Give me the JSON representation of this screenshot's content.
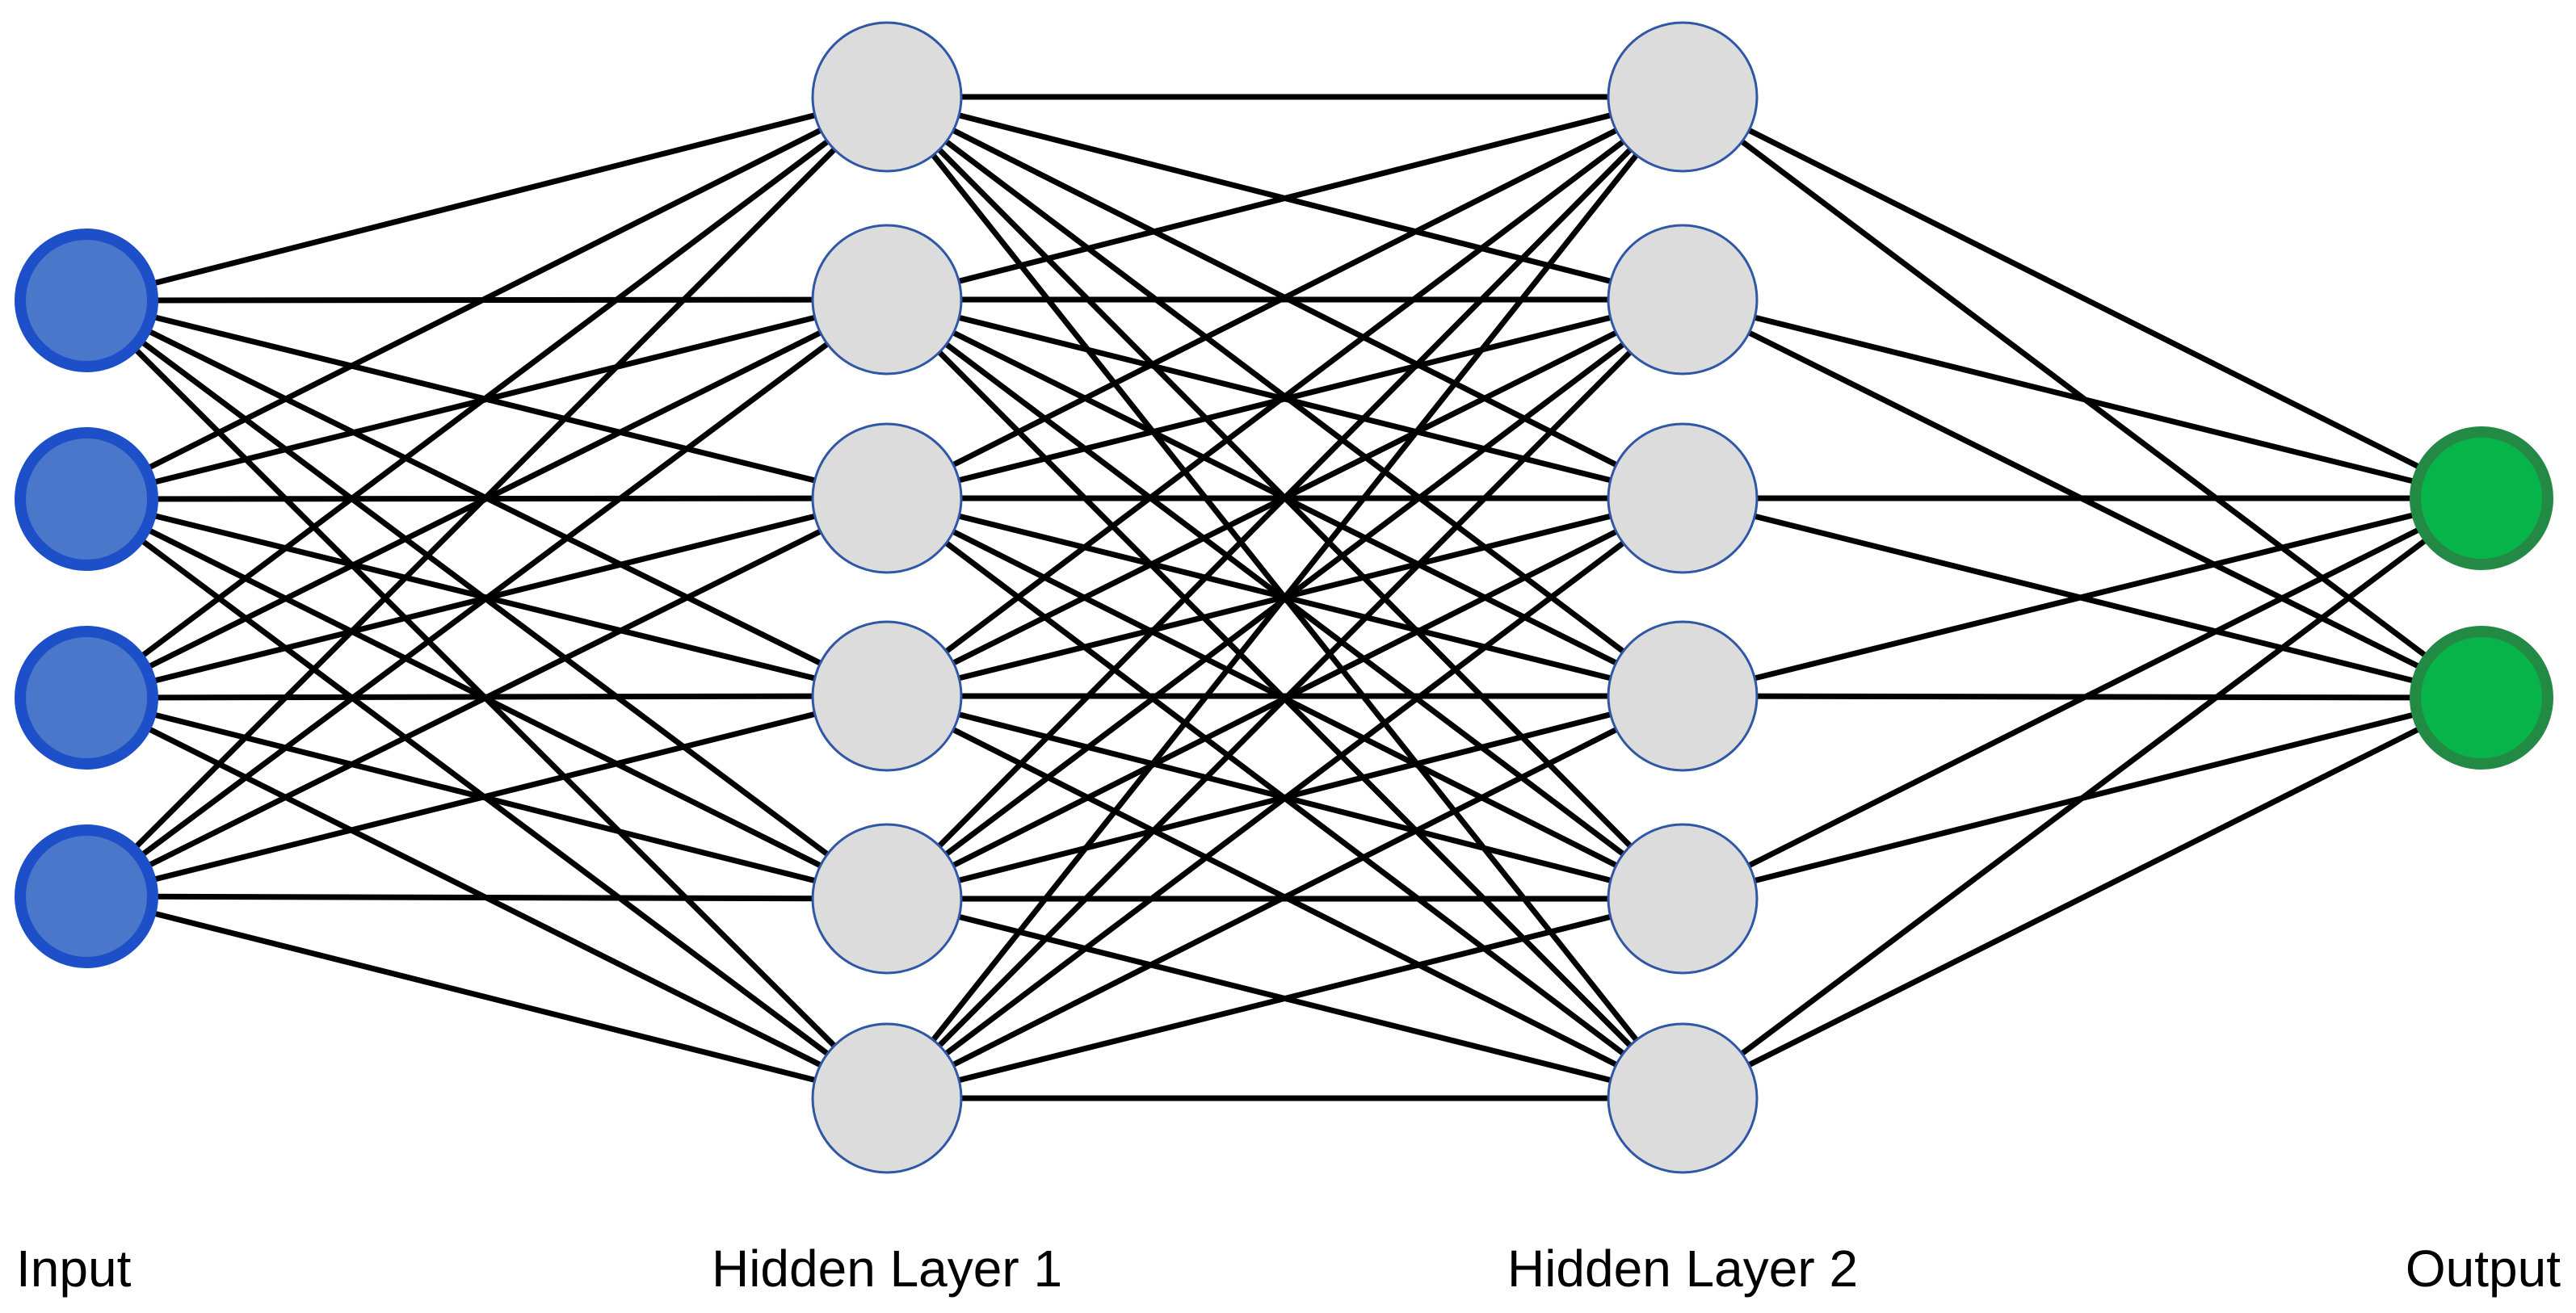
{
  "colors": {
    "background": "#ffffff",
    "edge": "#000000",
    "input_fill": "#4a77c9",
    "input_stroke": "#1d4fc9",
    "hidden_fill": "#dcdcdc",
    "hidden_stroke": "#2f57a6",
    "output_fill": "#07b44a",
    "output_stroke": "#238a45"
  },
  "layers": [
    {
      "label": "Input",
      "nodes": 4,
      "kind": "input"
    },
    {
      "label": "Hidden Layer 1",
      "nodes": 6,
      "kind": "hidden"
    },
    {
      "label": "Hidden Layer 2",
      "nodes": 6,
      "kind": "hidden"
    },
    {
      "label": "Output",
      "nodes": 2,
      "kind": "output"
    }
  ],
  "connectivity": "fully-connected"
}
